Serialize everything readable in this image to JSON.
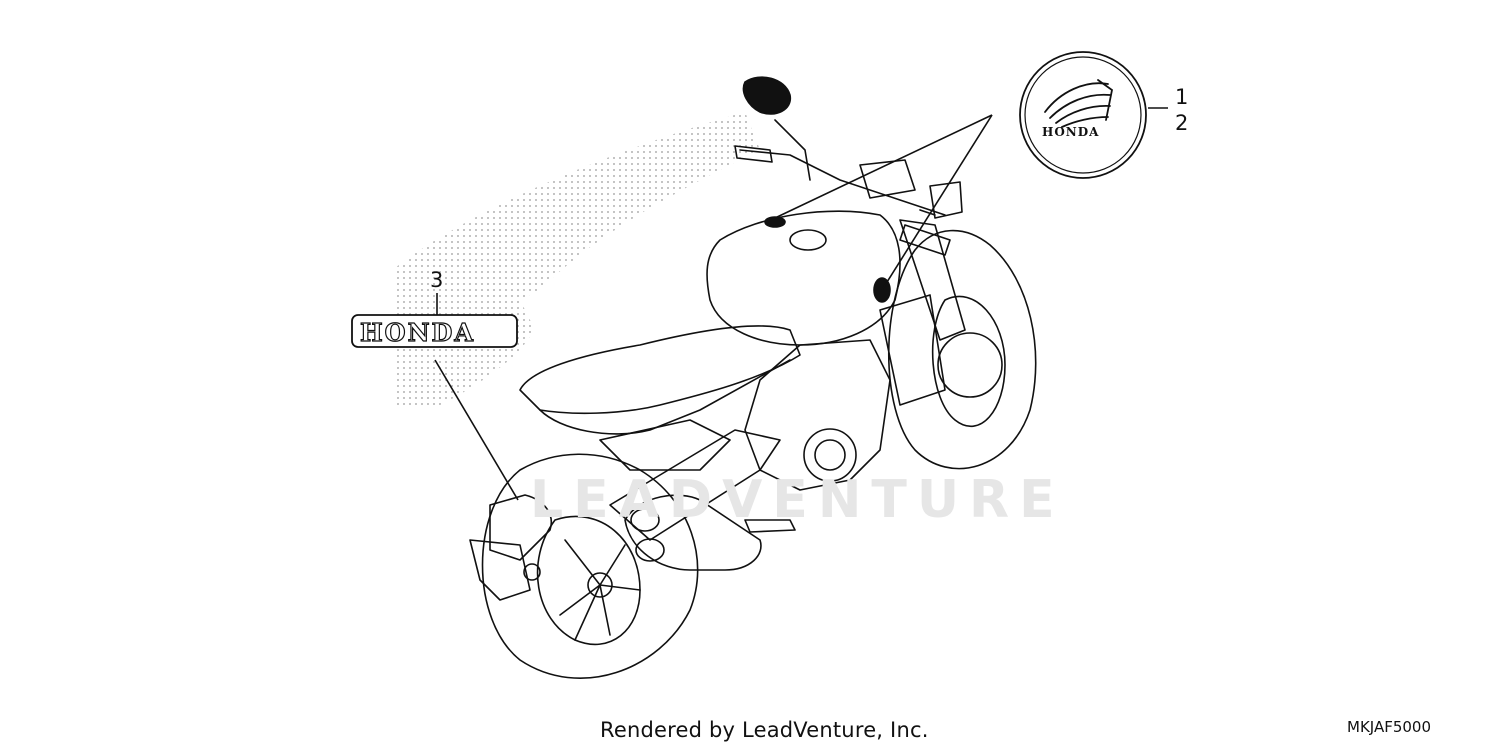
{
  "callouts": [
    {
      "number": "1"
    },
    {
      "number": "2"
    },
    {
      "number": "3"
    }
  ],
  "emblem": {
    "word": "HONDA",
    "logo": "wing-logo-icon"
  },
  "badge": {
    "word": "HONDA"
  },
  "watermark": {
    "text": "LEADVENTURE"
  },
  "footer": {
    "credit": "Rendered by LeadVenture, Inc.",
    "diagram_code": "MKJAF5000"
  },
  "colors": {
    "line": "#111111",
    "dots": "#9a9a9a",
    "watermark": "#e6e6e6"
  }
}
